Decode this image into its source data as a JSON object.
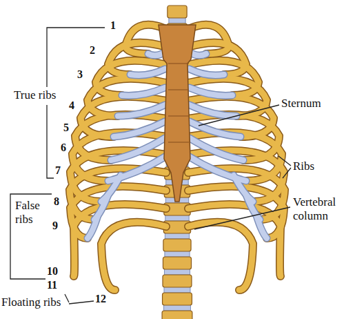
{
  "diagram": {
    "labels": [
      "1",
      "2",
      "3",
      "4",
      "5",
      "6",
      "7",
      "8",
      "9",
      "10",
      "11",
      "12",
      "True ribs",
      "False ribs",
      "Floating ribs",
      "Sternum",
      "Ribs",
      "Vertebral column"
    ]
  }
}
